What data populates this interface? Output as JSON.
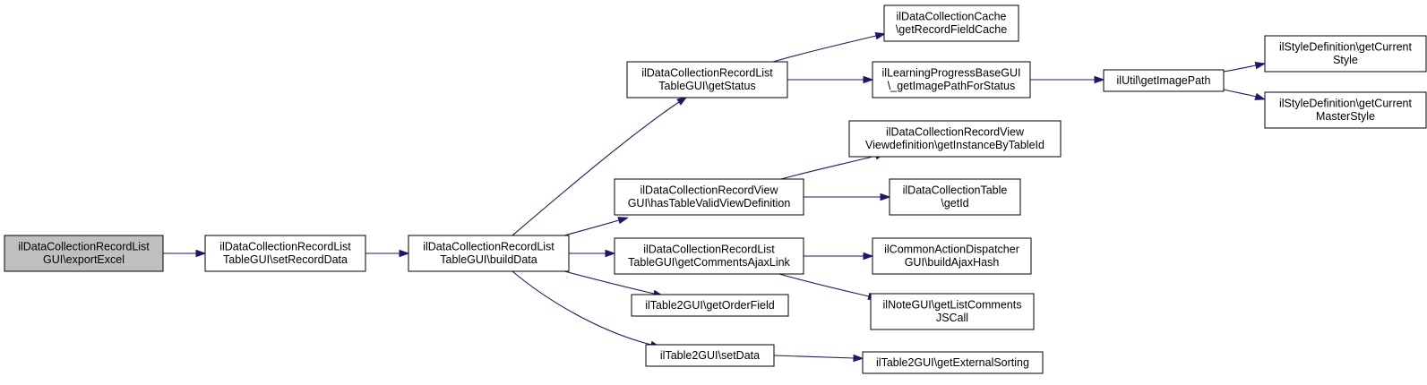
{
  "nodes": [
    {
      "id": "n0",
      "lines": [
        "ilDataCollectionRecordList",
        "GUI\\exportExcel"
      ],
      "root": true
    },
    {
      "id": "n1",
      "lines": [
        "ilDataCollectionRecordList",
        "TableGUI\\setRecordData"
      ]
    },
    {
      "id": "n2",
      "lines": [
        "ilDataCollectionRecordList",
        "TableGUI\\buildData"
      ]
    },
    {
      "id": "n3",
      "lines": [
        "ilDataCollectionRecordList",
        "TableGUI\\getStatus"
      ]
    },
    {
      "id": "n4",
      "lines": [
        "ilDataCollectionRecordView",
        "GUI\\hasTableValidViewDefinition"
      ]
    },
    {
      "id": "n5",
      "lines": [
        "ilDataCollectionRecordList",
        "TableGUI\\getCommentsAjaxLink"
      ]
    },
    {
      "id": "n6",
      "lines": [
        "ilTable2GUI\\getOrderField"
      ]
    },
    {
      "id": "n7",
      "lines": [
        "ilTable2GUI\\setData"
      ]
    },
    {
      "id": "n8",
      "lines": [
        "ilDataCollectionCache",
        "\\getRecordFieldCache"
      ]
    },
    {
      "id": "n9",
      "lines": [
        "ilLearningProgressBaseGUI",
        "\\_getImagePathForStatus"
      ]
    },
    {
      "id": "n10",
      "lines": [
        "ilDataCollectionRecordView",
        "Viewdefinition\\getInstanceByTableId"
      ]
    },
    {
      "id": "n11",
      "lines": [
        "ilDataCollectionTable",
        "\\getId"
      ]
    },
    {
      "id": "n12",
      "lines": [
        "ilCommonActionDispatcher",
        "GUI\\buildAjaxHash"
      ]
    },
    {
      "id": "n13",
      "lines": [
        "ilNoteGUI\\getListComments",
        "JSCall"
      ]
    },
    {
      "id": "n14",
      "lines": [
        "ilTable2GUI\\getExternalSorting"
      ]
    },
    {
      "id": "n15",
      "lines": [
        "ilUtil\\getImagePath"
      ]
    },
    {
      "id": "n16",
      "lines": [
        "ilStyleDefinition\\getCurrent",
        "Style"
      ]
    },
    {
      "id": "n17",
      "lines": [
        "ilStyleDefinition\\getCurrent",
        "MasterStyle"
      ]
    }
  ],
  "edges": [
    {
      "from": "n0",
      "to": "n1"
    },
    {
      "from": "n1",
      "to": "n2"
    },
    {
      "from": "n2",
      "to": "n3"
    },
    {
      "from": "n2",
      "to": "n4"
    },
    {
      "from": "n2",
      "to": "n5"
    },
    {
      "from": "n2",
      "to": "n6"
    },
    {
      "from": "n2",
      "to": "n7"
    },
    {
      "from": "n3",
      "to": "n8"
    },
    {
      "from": "n3",
      "to": "n9"
    },
    {
      "from": "n4",
      "to": "n10"
    },
    {
      "from": "n4",
      "to": "n11"
    },
    {
      "from": "n5",
      "to": "n12"
    },
    {
      "from": "n5",
      "to": "n13"
    },
    {
      "from": "n7",
      "to": "n14"
    },
    {
      "from": "n9",
      "to": "n15"
    },
    {
      "from": "n15",
      "to": "n16"
    },
    {
      "from": "n15",
      "to": "n17"
    }
  ],
  "colors": {
    "edge": "#191970",
    "root_fill": "#bfbfbf",
    "node_fill": "#ffffff"
  }
}
